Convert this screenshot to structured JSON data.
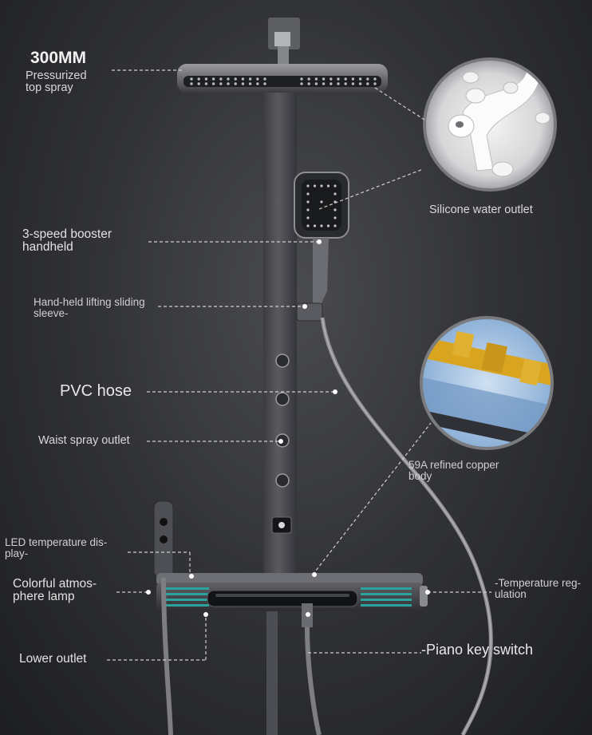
{
  "labels": {
    "top_spray_title": "300MM",
    "top_spray_line1": "Pressurized",
    "top_spray_line2": "top spray",
    "silicone_outlet": "Silicone water outlet",
    "handheld_line1": "3-speed booster",
    "handheld_line2": "handheld",
    "sleeve_line1": "Hand-held lifting sliding",
    "sleeve_line2": "sleeve-",
    "pvc_hose": "PVC hose",
    "waist_spray": "Waist spray outlet",
    "copper_line1": "59A refined copper",
    "copper_line2": "body",
    "led_line1": "LED temperature dis-",
    "led_line2": "play-",
    "lamp_line1": "Colorful atmos-",
    "lamp_line2": "phere lamp",
    "temp_line1": "-Temperature reg-",
    "temp_line2": "ulation",
    "lower_outlet": "Lower outlet",
    "piano_switch": "-Piano key switch"
  },
  "colors": {
    "background": "#333438",
    "panel": "#4b4c51",
    "ambient_lamp": "#2aa39a",
    "copper": "#d9a520",
    "leader_line": "#cfcfcf"
  }
}
